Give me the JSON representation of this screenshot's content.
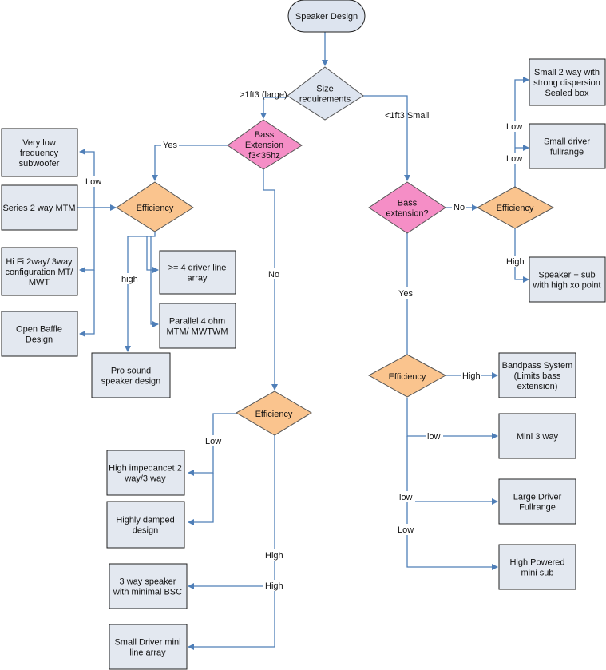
{
  "nodes": {
    "start": [
      "Speaker Design"
    ],
    "size": [
      "Size",
      "requirements"
    ],
    "bass_large": [
      "Bass",
      "Extension",
      "f3<35hz"
    ],
    "bass_small": [
      "Bass",
      "extension?"
    ],
    "eff_left": [
      "Efficiency"
    ],
    "eff_right": [
      "Efficiency"
    ],
    "eff_mid": [
      "Efficiency"
    ],
    "eff_rb": [
      "Efficiency"
    ],
    "subwoofer": [
      "Very low",
      "frequency",
      "subwoofer"
    ],
    "series_mtm": [
      "Series 2 way MTM"
    ],
    "hifi": [
      "Hi Fi 2way/ 3way",
      "configuration MT/",
      "MWT"
    ],
    "open_baffle": [
      "Open Baffle",
      "Design"
    ],
    "line_array": [
      ">= 4 driver line",
      "array"
    ],
    "parallel": [
      "Parallel 4 ohm",
      "MTM/ MWTWM"
    ],
    "pro_sound": [
      "Pro sound",
      "speaker design"
    ],
    "high_imp": [
      "High impedancet 2",
      "way/3 way"
    ],
    "damped": [
      "Highly damped",
      "design"
    ],
    "three_way": [
      "3 way speaker",
      "with minimal BSC"
    ],
    "mini_line": [
      "Small Driver mini",
      "line array"
    ],
    "small_2way": [
      "Small 2 way with",
      "strong dispersion",
      "Sealed box"
    ],
    "small_full": [
      "Small driver",
      "fullrange"
    ],
    "spk_sub": [
      "Speaker + sub",
      "with high xo point"
    ],
    "bandpass": [
      "Bandpass System",
      "(Limits bass",
      "extension)"
    ],
    "mini3": [
      "Mini 3 way"
    ],
    "large_full": [
      "Large Driver",
      "Fullrange"
    ],
    "hp_sub": [
      "High Powered",
      "mini sub"
    ]
  },
  "edge_labels": {
    "large": ">1ft3 (large)",
    "small": "<1ft3 Small",
    "yes_left": "Yes",
    "no_mid": "No",
    "no_right": "No",
    "yes_right": "Yes",
    "low_left": "Low",
    "high_left": "high",
    "low_r1": "Low",
    "low_r2": "Low",
    "high_r": "High",
    "high_mid1": "High",
    "high_mid2": "High",
    "low_mid": "Low",
    "high_rb": "High",
    "low_rb1": "low",
    "low_rb2": "low",
    "low_rb3": "Low"
  }
}
